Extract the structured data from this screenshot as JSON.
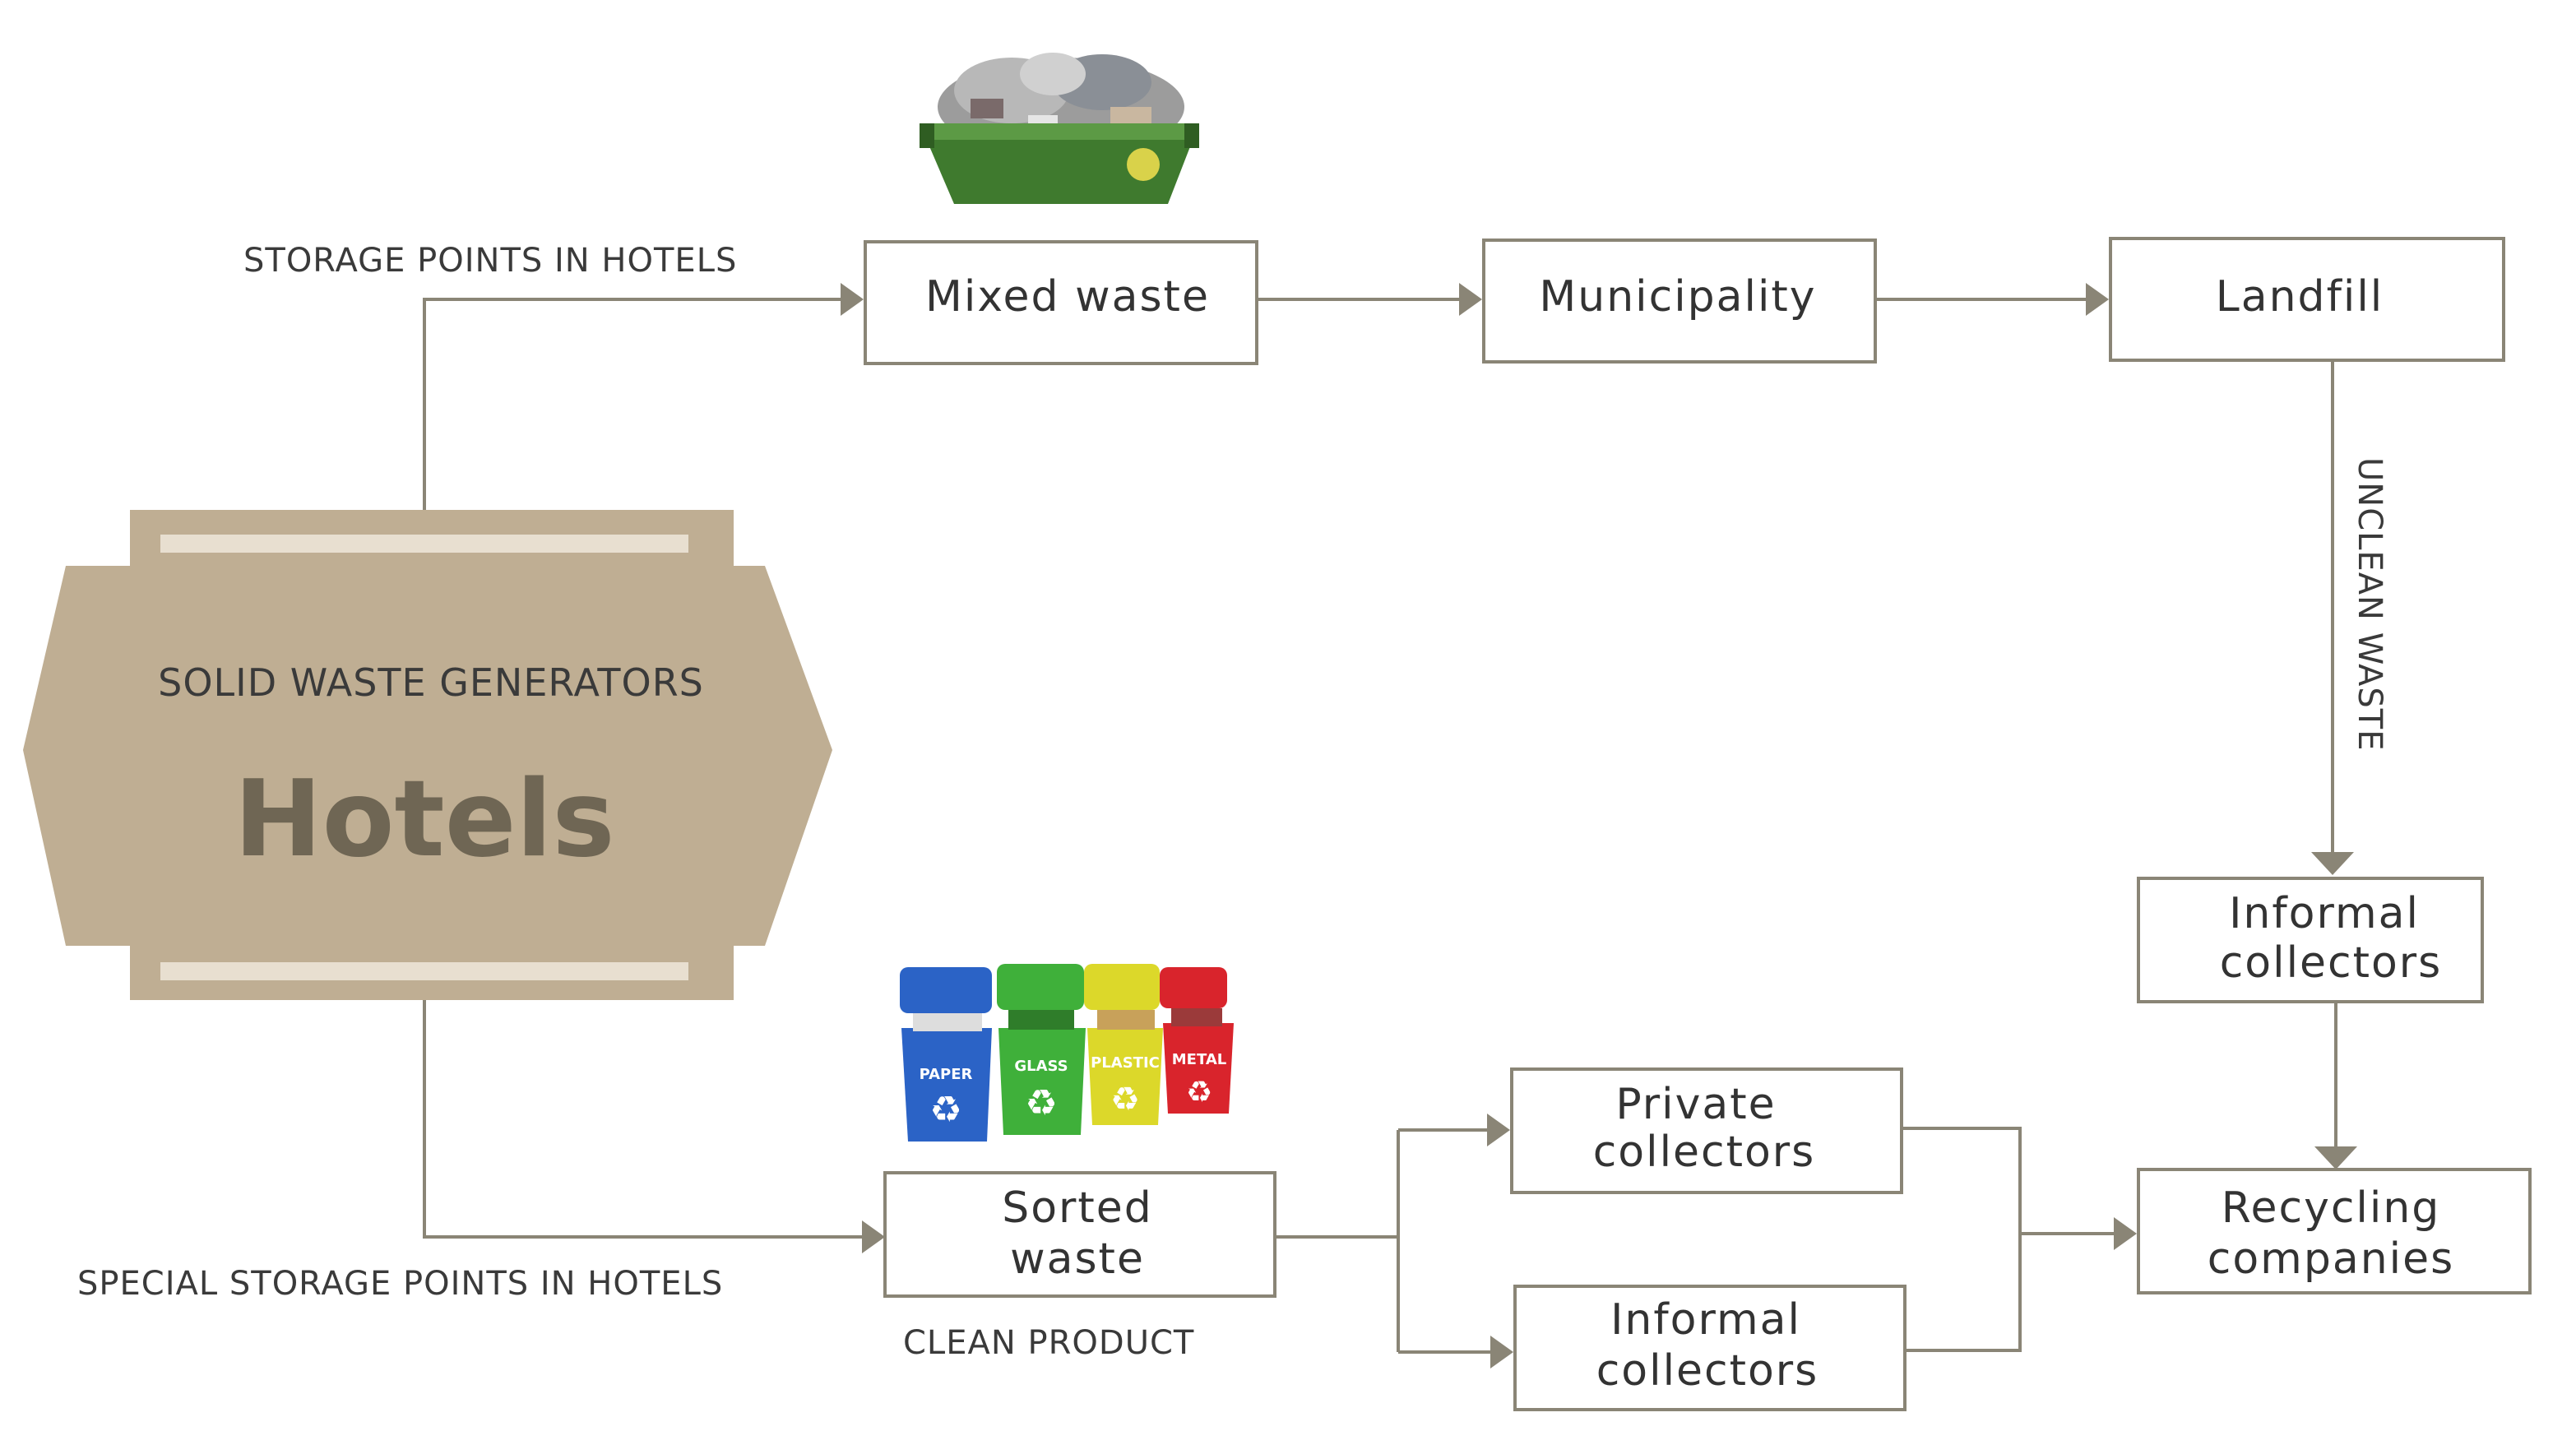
{
  "colors": {
    "line": "#8a8576",
    "hexagon_fill": "#bfae93",
    "hexagon_stripe": "#e8dfd0",
    "hexagon_title": "#6f6654",
    "bin_blue": "#2b63c6",
    "bin_green": "#3fb03a",
    "bin_yellow": "#dcd82a",
    "bin_red": "#d9242c",
    "skip_green": "#3f7a2e"
  },
  "generator": {
    "subtitle": "SOLID WASTE GENERATORS",
    "title": "Hotels"
  },
  "labels": {
    "storage_points": "STORAGE POINTS IN HOTELS",
    "special_storage_points": "SPECIAL STORAGE POINTS IN HOTELS",
    "clean_product": "CLEAN PRODUCT",
    "unclean_waste": "UNCLEAN WASTE"
  },
  "nodes": {
    "mixed_waste": "Mixed waste",
    "municipality": "Municipality",
    "landfill": "Landfill",
    "informal_collectors_top": [
      "Informal",
      "collectors"
    ],
    "recycling_companies": [
      "Recycling",
      "companies"
    ],
    "sorted_waste": [
      "Sorted",
      "waste"
    ],
    "private_collectors": [
      "Private",
      "collectors"
    ],
    "informal_collectors_bottom": [
      "Informal",
      "collectors"
    ]
  },
  "images": {
    "skip_icon": "waste-skip-container",
    "bins_icon": "recycling-bins",
    "bin_labels": [
      "PAPER",
      "GLASS",
      "PLASTIC",
      "METAL"
    ]
  }
}
